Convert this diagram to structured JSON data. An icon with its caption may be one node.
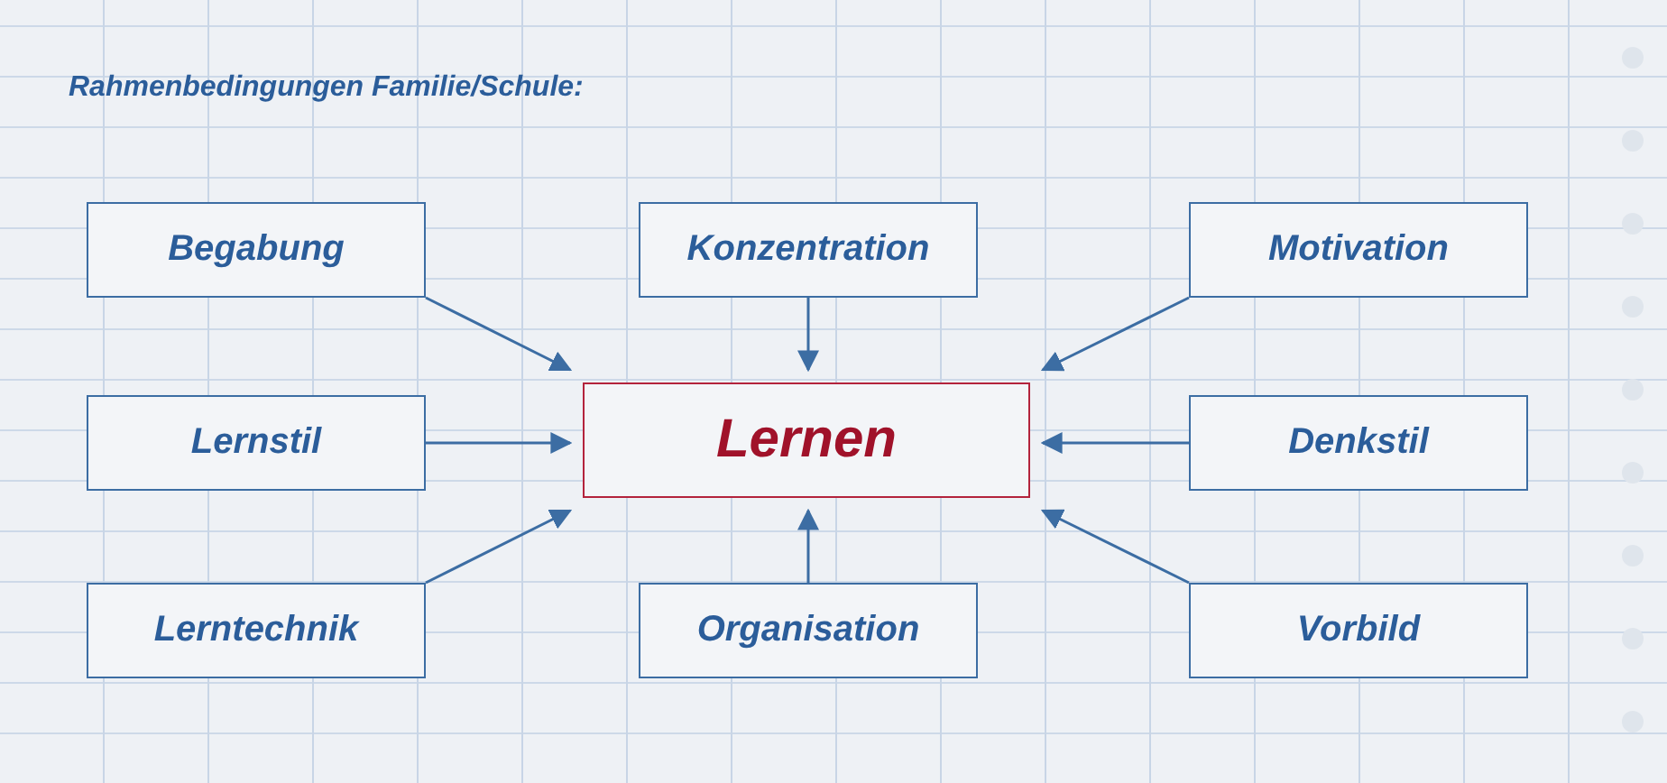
{
  "diagram": {
    "title": "Rahmenbedingungen Familie/Schule:",
    "nodes": [
      {
        "text": [
          "Begabung"
        ]
      },
      {
        "text": [
          "Konzentration"
        ]
      },
      {
        "text": [
          "Motivation"
        ]
      },
      {
        "text": [
          "Lernstil"
        ]
      },
      {
        "text": [
          "Lernen"
        ]
      },
      {
        "text": [
          "Denkstil"
        ]
      },
      {
        "text": [
          "Lerntechnik"
        ]
      },
      {
        "text": [
          "Organisation"
        ]
      },
      {
        "text": [
          "Vorbild"
        ]
      }
    ],
    "edges": [
      {
        "from": 0,
        "to": 4,
        "arrow": "to"
      },
      {
        "from": 1,
        "to": 4,
        "arrow": "to"
      },
      {
        "from": 2,
        "to": 4,
        "arrow": "to"
      },
      {
        "from": 3,
        "to": 4,
        "arrow": "to"
      },
      {
        "from": 5,
        "to": 4,
        "arrow": "to"
      },
      {
        "from": 6,
        "to": 4,
        "arrow": "to"
      },
      {
        "from": 7,
        "to": 4,
        "arrow": "to"
      },
      {
        "from": 8,
        "to": 4,
        "arrow": "to"
      }
    ]
  }
}
